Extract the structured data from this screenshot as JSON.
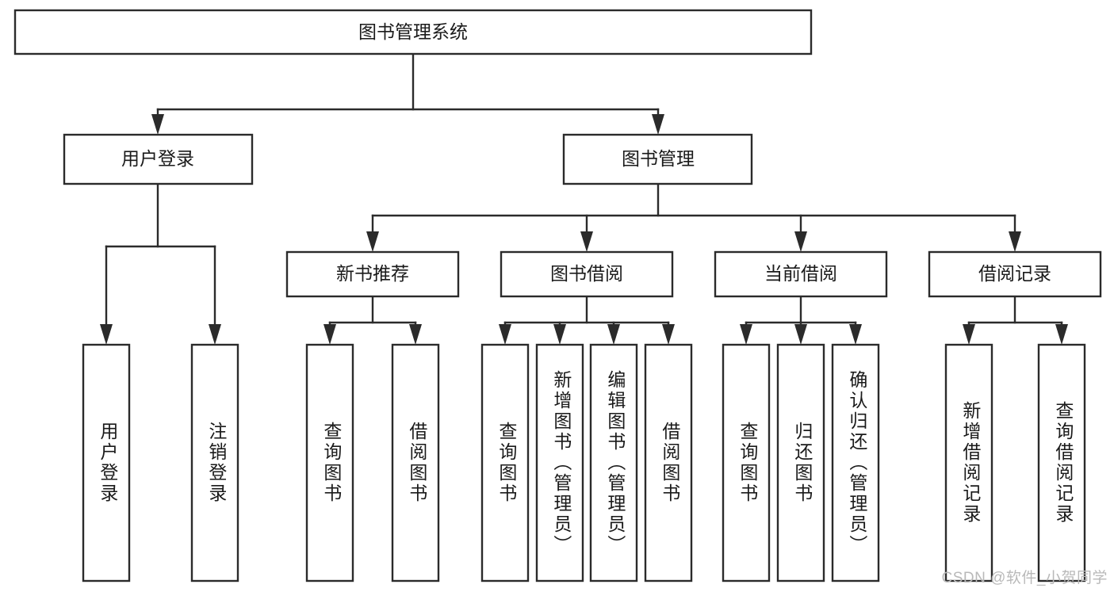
{
  "diagram": {
    "title": "图书管理系统",
    "type": "functional-decomposition-tree",
    "watermark": "CSDN @软件_小贺同学",
    "colors": {
      "box_stroke": "#2b2b2b",
      "box_fill": "#ffffff",
      "text": "#1a1a1a",
      "background": "#ffffff",
      "watermark": "#b9b9b9"
    },
    "levels": {
      "root": {
        "label": "图书管理系统"
      },
      "level2": [
        {
          "id": "user-login",
          "label": "用户登录"
        },
        {
          "id": "book-management",
          "label": "图书管理"
        }
      ],
      "level3": [
        {
          "id": "new-book-recommend",
          "label": "新书推荐",
          "parent": "book-management"
        },
        {
          "id": "book-borrow",
          "label": "图书借阅",
          "parent": "book-management"
        },
        {
          "id": "current-borrow",
          "label": "当前借阅",
          "parent": "book-management"
        },
        {
          "id": "borrow-record",
          "label": "借阅记录",
          "parent": "book-management"
        }
      ],
      "leaves": [
        {
          "id": "leaf-user-login",
          "label": "用户登录",
          "parent": "user-login"
        },
        {
          "id": "leaf-logout-login",
          "label": "注销登录",
          "parent": "user-login"
        },
        {
          "id": "leaf-query-book-1",
          "label": "查询图书",
          "parent": "new-book-recommend"
        },
        {
          "id": "leaf-borrow-book-1",
          "label": "借阅图书",
          "parent": "new-book-recommend"
        },
        {
          "id": "leaf-query-book-2",
          "label": "查询图书",
          "parent": "book-borrow"
        },
        {
          "id": "leaf-add-book",
          "label": "新增图书（管理员）",
          "parent": "book-borrow"
        },
        {
          "id": "leaf-edit-book",
          "label": "编辑图书（管理员）",
          "parent": "book-borrow"
        },
        {
          "id": "leaf-borrow-book-2",
          "label": "借阅图书",
          "parent": "book-borrow"
        },
        {
          "id": "leaf-query-book-3",
          "label": "查询图书",
          "parent": "current-borrow"
        },
        {
          "id": "leaf-return-book",
          "label": "归还图书",
          "parent": "current-borrow"
        },
        {
          "id": "leaf-confirm-return",
          "label": "确认归还（管理员）",
          "parent": "current-borrow"
        },
        {
          "id": "leaf-add-record",
          "label": "新增借阅记录",
          "parent": "borrow-record"
        },
        {
          "id": "leaf-query-record",
          "label": "查询借阅记录",
          "parent": "borrow-record"
        }
      ]
    }
  }
}
